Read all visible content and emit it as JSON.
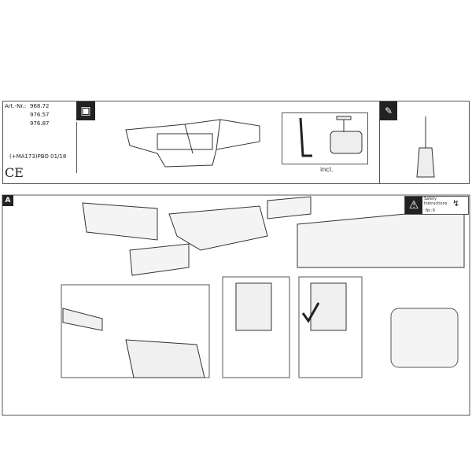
{
  "header": {
    "art_label": "Art.-Nr.:",
    "art_numbers": [
      "968.72",
      "976.57",
      "976.87"
    ],
    "code": "(+MA173)PBO 01/18",
    "ce_mark": "CE"
  },
  "parts": {
    "included_label": "incl."
  },
  "step": {
    "label": "A",
    "safety_title": "Safety Instructions",
    "safety_ref": "Nr.:0"
  }
}
